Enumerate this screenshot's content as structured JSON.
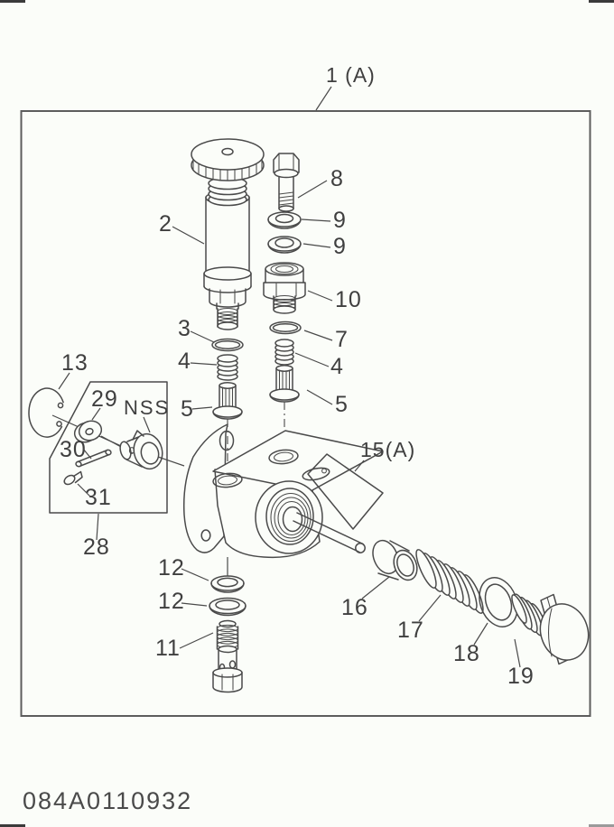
{
  "figure": {
    "code": "084A0110932",
    "assembly_callout": "1 (A)",
    "subassembly_callout": "15(A)",
    "nss_label": "NSS"
  },
  "callouts": {
    "pump": "2",
    "bolt": "8",
    "washer_upper": "9",
    "washer_lower": "9",
    "joint": "10",
    "oring_left": "3",
    "oring_right": "7",
    "spring_left": "4",
    "spring_right": "4",
    "valve_left": "5",
    "valve_right": "5",
    "snap_ring": "13",
    "roller": "29",
    "pin": "30",
    "screw": "31",
    "kit_box": "28",
    "gasket_upper": "12",
    "gasket_lower": "12",
    "eye_bolt": "11",
    "tappet": "16",
    "spring_main": "17",
    "oring_main": "18",
    "plug": "19"
  }
}
